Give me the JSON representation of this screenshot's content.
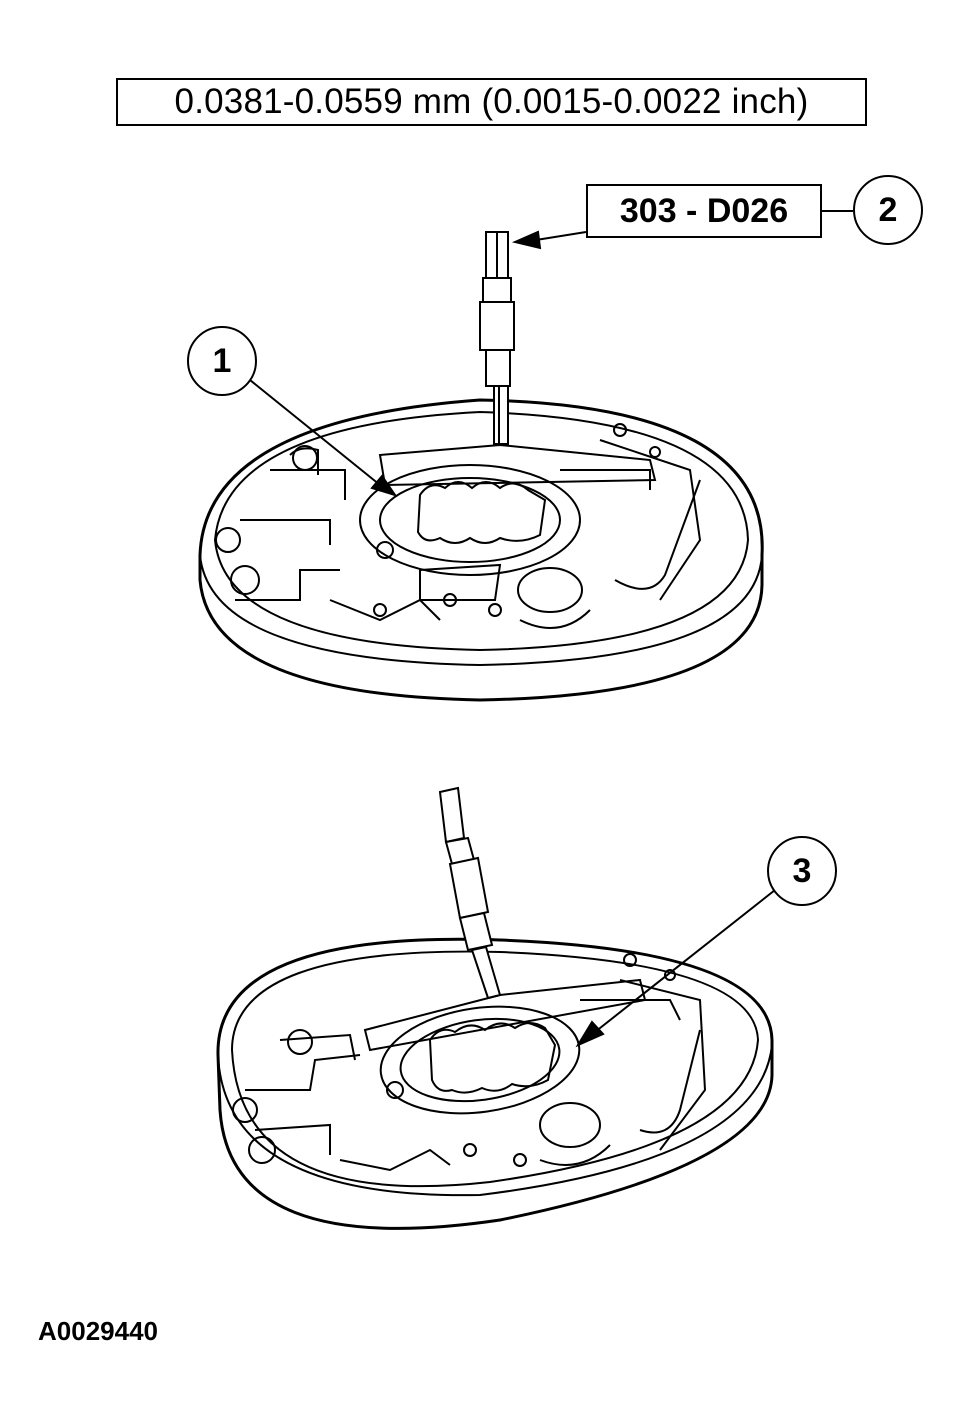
{
  "spec": {
    "clearance": "0.0381-0.0559 mm (0.0015-0.0022 inch)"
  },
  "tool": {
    "number": "303 - D026"
  },
  "callouts": [
    {
      "label": "1"
    },
    {
      "label": "2"
    },
    {
      "label": "3"
    }
  ],
  "figure": {
    "id": "A0029440"
  }
}
